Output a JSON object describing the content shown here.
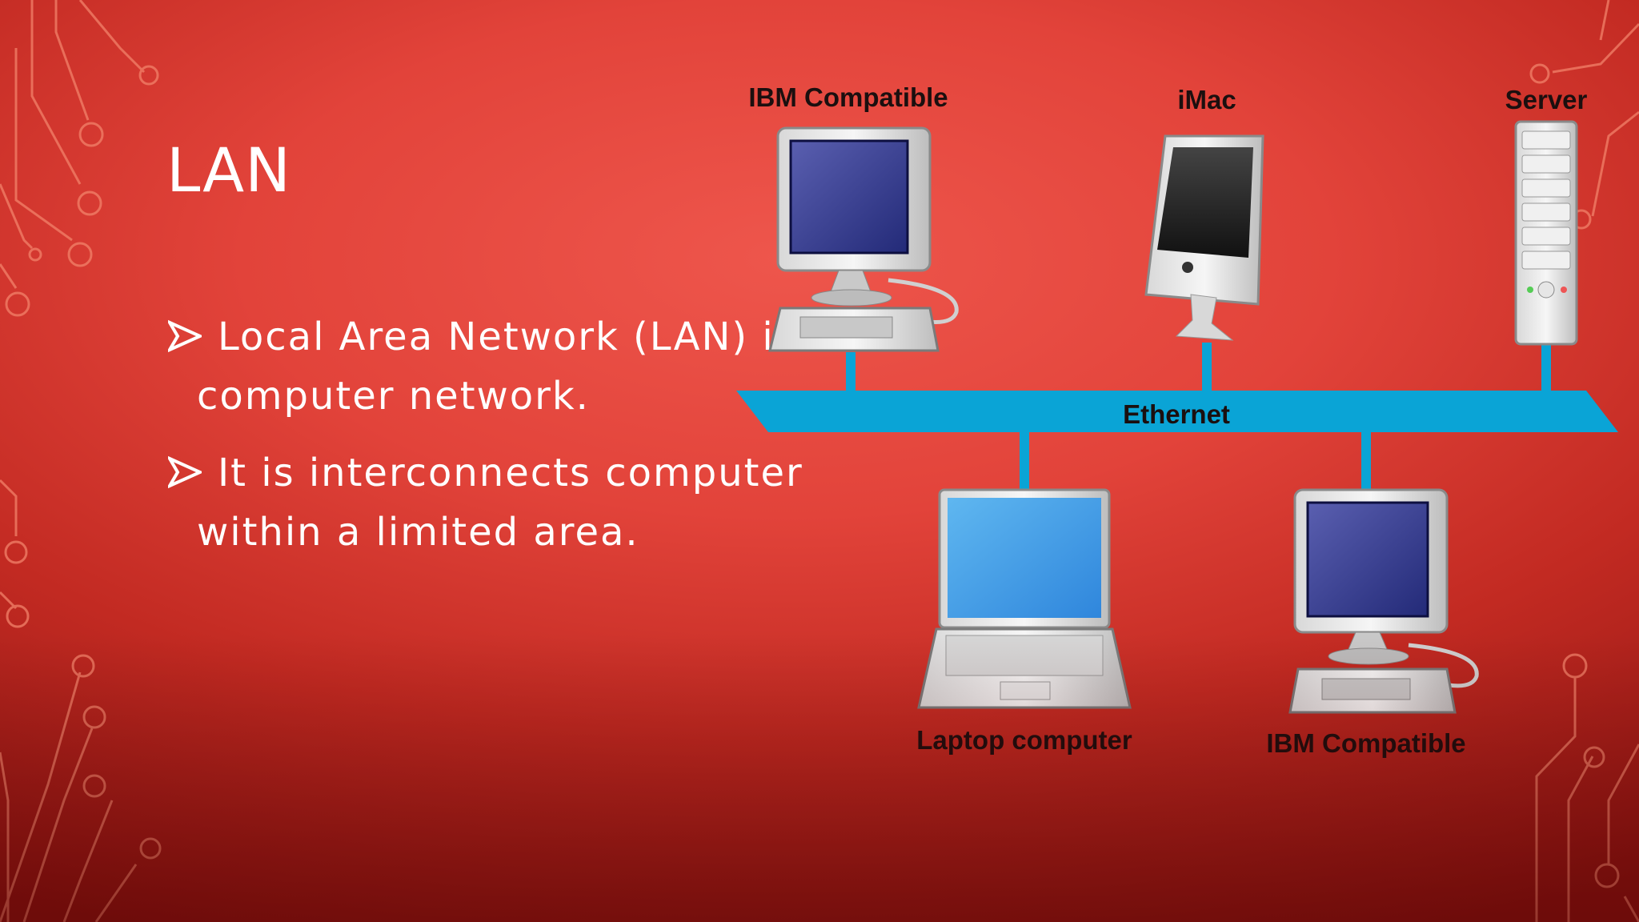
{
  "slide": {
    "title": "LAN",
    "bullets": [
      "Local Area Network (LAN) is computer network.",
      "It is interconnects computer within a limited area."
    ]
  },
  "diagram": {
    "bus_label": "Ethernet",
    "nodes": {
      "ibm_top": "IBM Compatible",
      "imac": "iMac",
      "server": "Server",
      "laptop": "Laptop computer",
      "ibm_bottom": "IBM Compatible"
    }
  },
  "colors": {
    "background": "#e2433a",
    "bus": "#0aa4d6",
    "text": "#ffffff",
    "diagram_label": "#1b0f0f",
    "circuit_lines": "#f07a5a"
  }
}
